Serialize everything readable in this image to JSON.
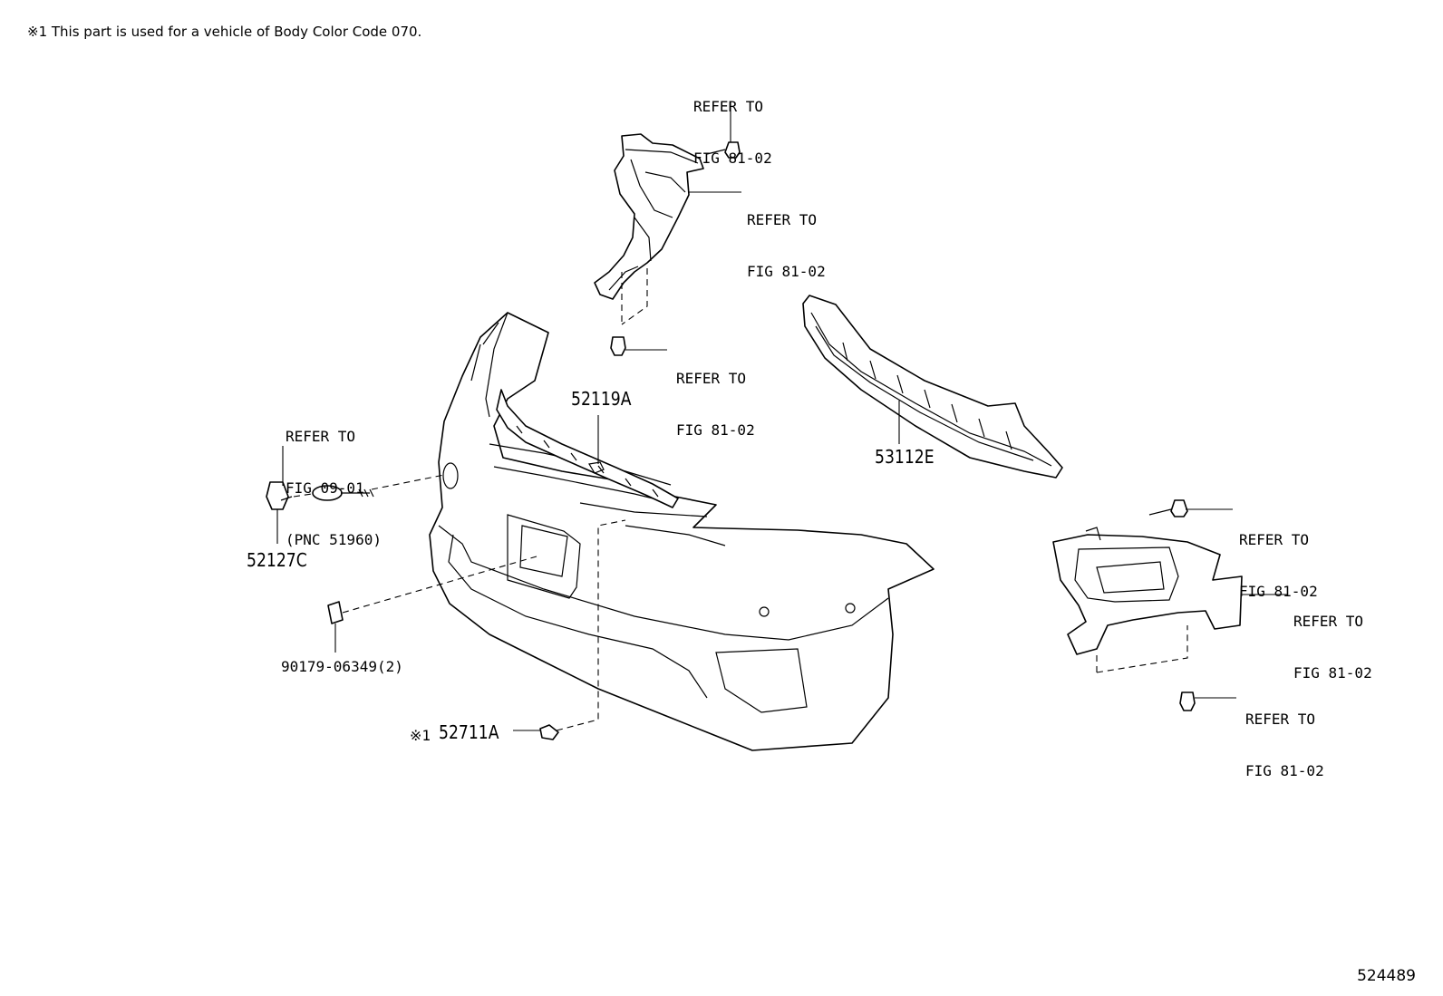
{
  "note": "※1 This part is used for a vehicle of Body Color Code 070.",
  "references": {
    "ref_bracket_bolt_top": [
      "REFER TO",
      "FIG 81-02"
    ],
    "ref_bracket_side": [
      "REFER TO",
      "FIG 81-02"
    ],
    "ref_bracket_bottom_bolt": [
      "REFER TO",
      "FIG 81-02"
    ],
    "ref_tow_hook": [
      "REFER TO",
      "FIG 09-01",
      "(PNC 51960)"
    ],
    "ref_fog_top_bolt": [
      "REFER TO",
      "FIG 81-02"
    ],
    "ref_fog_side": [
      "REFER TO",
      "FIG 81-02"
    ],
    "ref_fog_bottom_bolt": [
      "REFER TO",
      "FIG 81-02"
    ]
  },
  "parts": {
    "p52119A": "52119A",
    "p53112E": "53112E",
    "p52127C": "52127C",
    "p90179": "90179-06349(2)",
    "p52711A_mark": "※1",
    "p52711A": "52711A"
  },
  "identifier": "524489"
}
